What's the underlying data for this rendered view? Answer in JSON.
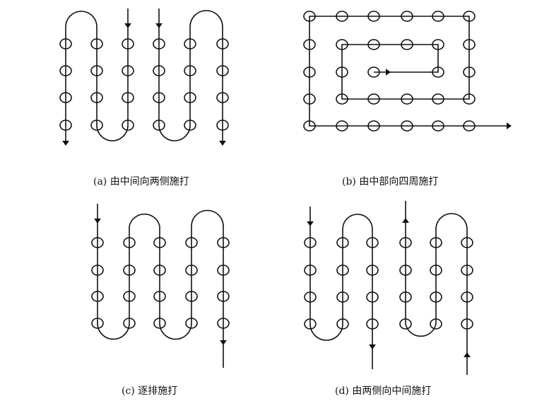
{
  "figure": {
    "panels": [
      {
        "id": "a",
        "caption": "(a)  由中间向两侧施打",
        "pattern": "center-to-sides"
      },
      {
        "id": "b",
        "caption": "(b)  由中部向四周施打",
        "pattern": "center-to-periphery-spiral"
      },
      {
        "id": "c",
        "caption": "(c)  逐排施打",
        "pattern": "row-by-row"
      },
      {
        "id": "d",
        "caption": "(d)  由两侧向中间施打",
        "pattern": "sides-to-center"
      }
    ],
    "colors": {
      "line": "#111111",
      "background": "#ffffff"
    },
    "icons": {
      "pile": "circle-outline",
      "direction": "arrowhead"
    }
  }
}
